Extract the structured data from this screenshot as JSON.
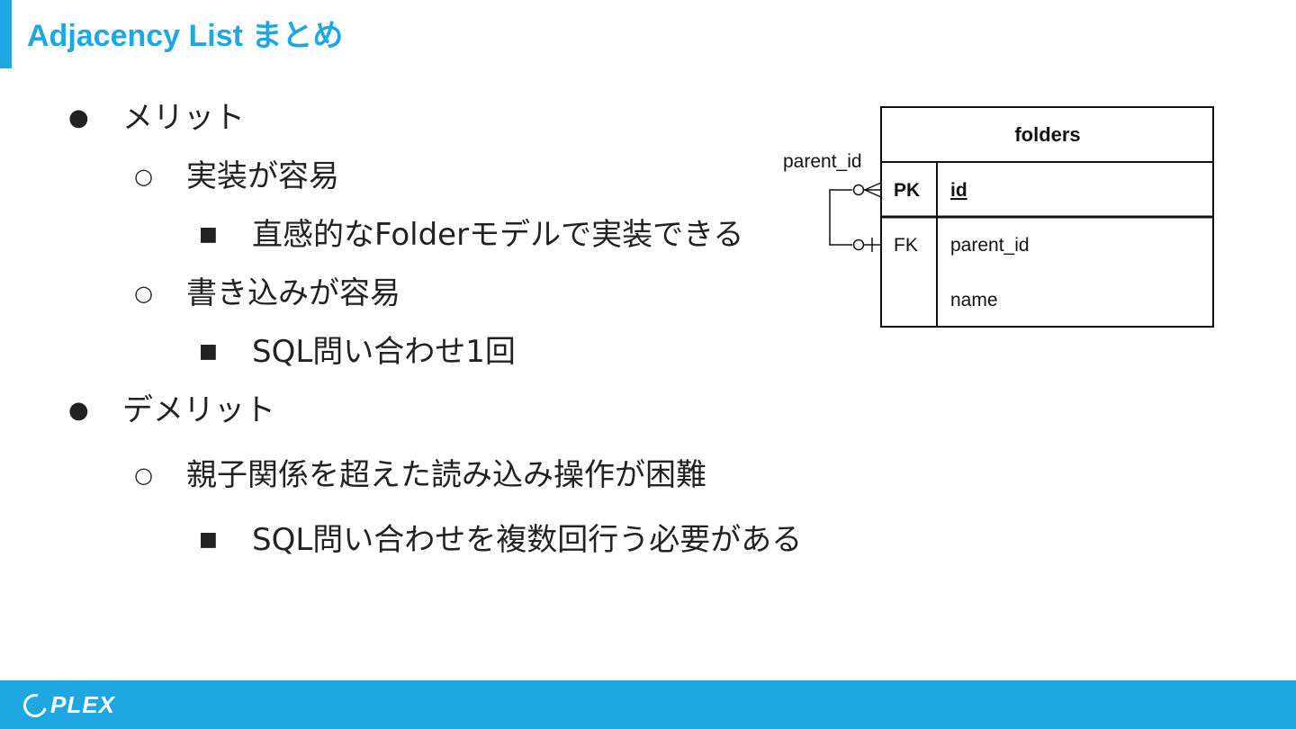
{
  "slide": {
    "title": "Adjacency List まとめ"
  },
  "bullets": [
    {
      "marker": "●",
      "text": "メリット"
    },
    {
      "marker": "○",
      "text": "実装が容易"
    },
    {
      "marker": "■",
      "text": "直感的なFolderモデルで実装できる"
    },
    {
      "marker": "○",
      "text": "書き込みが容易"
    },
    {
      "marker": "■",
      "text": "SQL問い合わせ1回"
    },
    {
      "marker": "●",
      "text": "デメリット"
    },
    {
      "marker": "○",
      "text": "親子関係を超えた読み込み操作が困難"
    },
    {
      "marker": "■",
      "text": "SQL問い合わせを複数回行う必要がある"
    }
  ],
  "er_diagram": {
    "table_name": "folders",
    "relation_label": "parent_id",
    "pk_key": "PK",
    "pk_field": "id",
    "fk_key": "FK",
    "fk_field": "parent_id",
    "other_field": "name"
  },
  "footer": {
    "logo_text": "PLEX"
  },
  "colors": {
    "accent": "#1ea7e1",
    "text": "#222222"
  }
}
